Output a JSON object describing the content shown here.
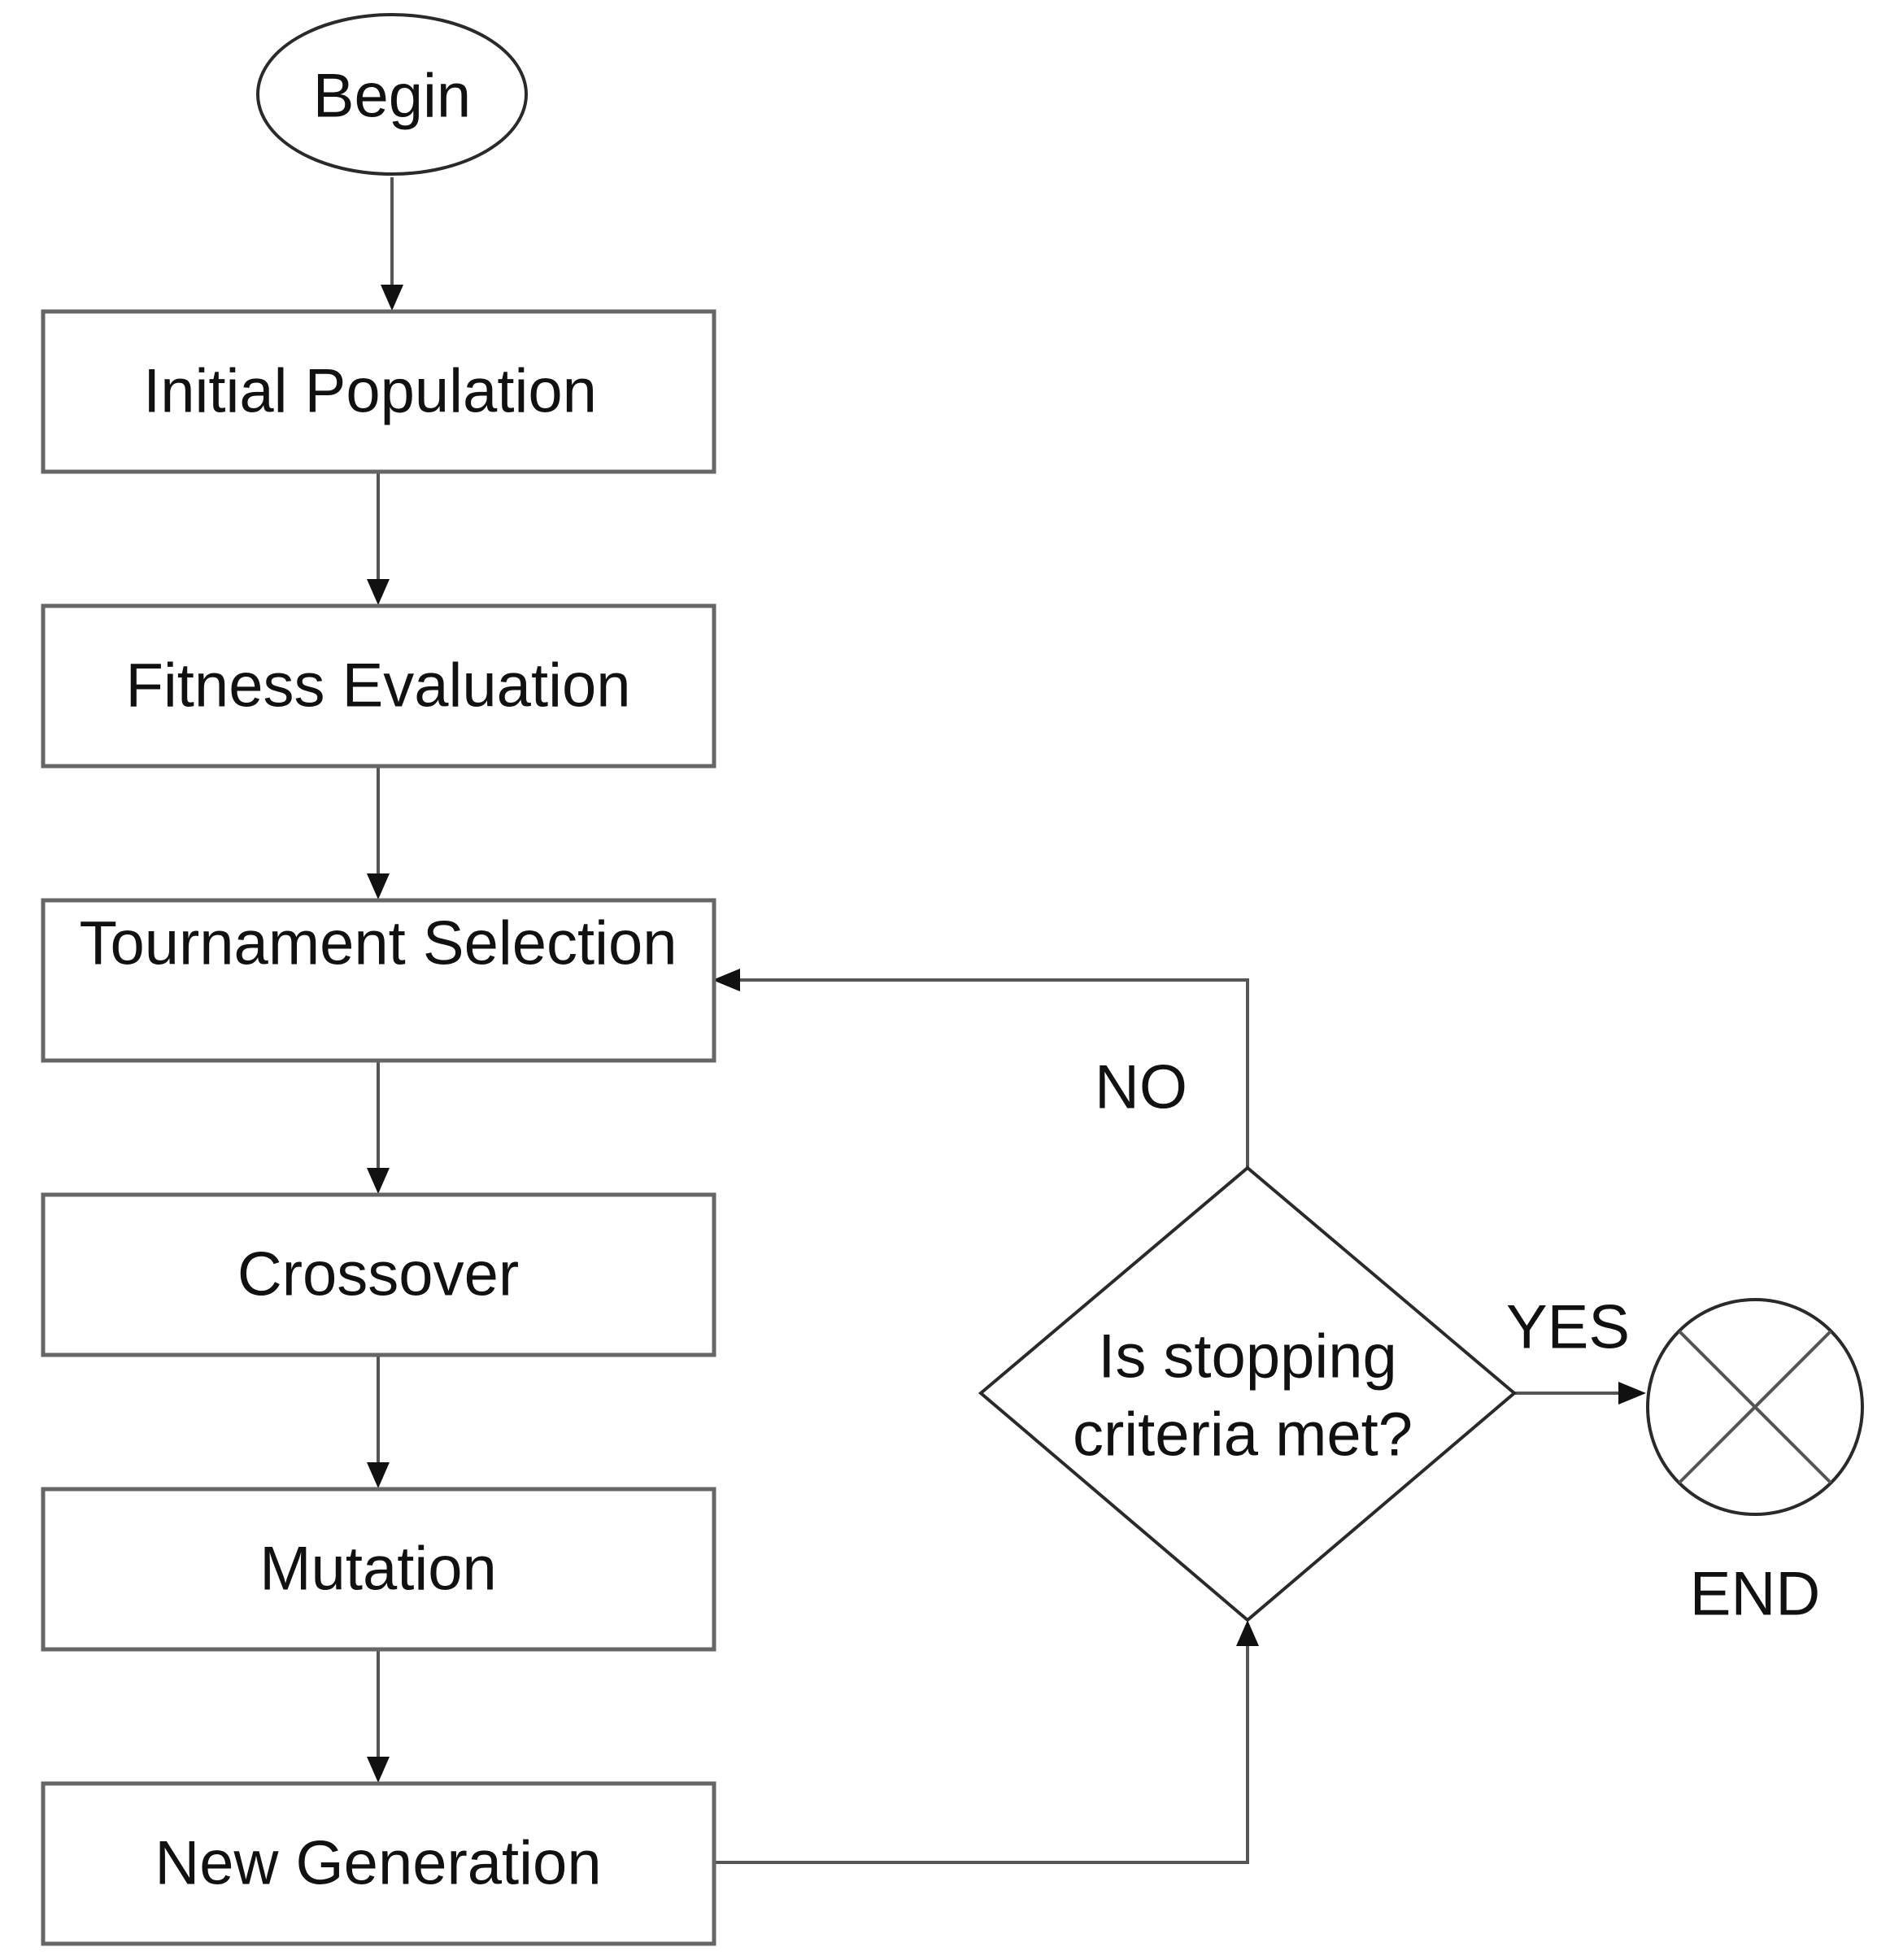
{
  "flowchart": {
    "start_label": "Begin",
    "steps": [
      {
        "label": "Initial Population"
      },
      {
        "label": "Fitness Evaluation"
      },
      {
        "label": "Tournament Selection"
      },
      {
        "label": "Crossover"
      },
      {
        "label": "Mutation"
      },
      {
        "label": "New Generation"
      }
    ],
    "decision": {
      "line1": "Is stopping",
      "line2": "criteria met?",
      "yes_label": "YES",
      "no_label": "NO"
    },
    "end_label": "END"
  }
}
